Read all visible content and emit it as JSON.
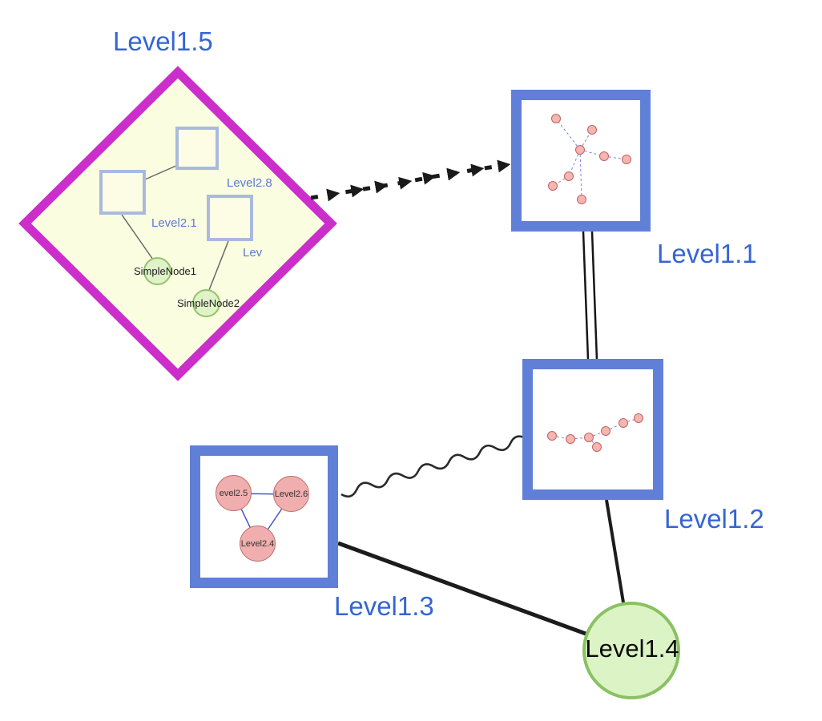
{
  "graph": {
    "nodes": {
      "level1_1": {
        "label": "Level1.1",
        "shape": "square-group"
      },
      "level1_2": {
        "label": "Level1.2",
        "shape": "square-group"
      },
      "level1_3": {
        "label": "Level1.3",
        "shape": "square-group"
      },
      "level1_4": {
        "label": "Level1.4",
        "shape": "circle"
      },
      "level1_5": {
        "label": "Level1.5",
        "shape": "diamond-group"
      }
    },
    "edges": [
      {
        "from": "Level1.5",
        "to": "Level1.1",
        "style": "thick-dashed-arrow"
      },
      {
        "from": "Level1.1",
        "to": "Level1.2",
        "style": "double-parallel-line"
      },
      {
        "from": "Level1.2",
        "to": "Level1.3",
        "style": "wavy-line"
      },
      {
        "from": "Level1.3",
        "to": "Level1.4",
        "style": "solid-line"
      },
      {
        "from": "Level1.2",
        "to": "Level1.4",
        "style": "solid-line"
      }
    ],
    "level1_5_children": {
      "square_top": {
        "label": "Level2.8"
      },
      "square_left": {
        "label": "Level2.1"
      },
      "square_right": {
        "label": "Lev"
      },
      "node1": {
        "label": "SimpleNode1"
      },
      "node2": {
        "label": "SimpleNode2"
      }
    },
    "level1_3_children": {
      "c1": {
        "label": "evel2.5"
      },
      "c2": {
        "label": "Level2.6"
      },
      "c3": {
        "label": "Level2.4"
      }
    }
  },
  "colors": {
    "label_blue": "#3565d3",
    "node_border_blue": "#6080d8",
    "diamond_border_magenta": "#cb2ecb",
    "diamond_fill_yellow": "#fbfde1",
    "green_node_fill": "#dcf3c6",
    "green_node_border": "#8ac162",
    "pink_node_fill": "#f0aeae",
    "mini_edge_blue": "#7b86de",
    "edge_color": "#1c1c1c"
  }
}
